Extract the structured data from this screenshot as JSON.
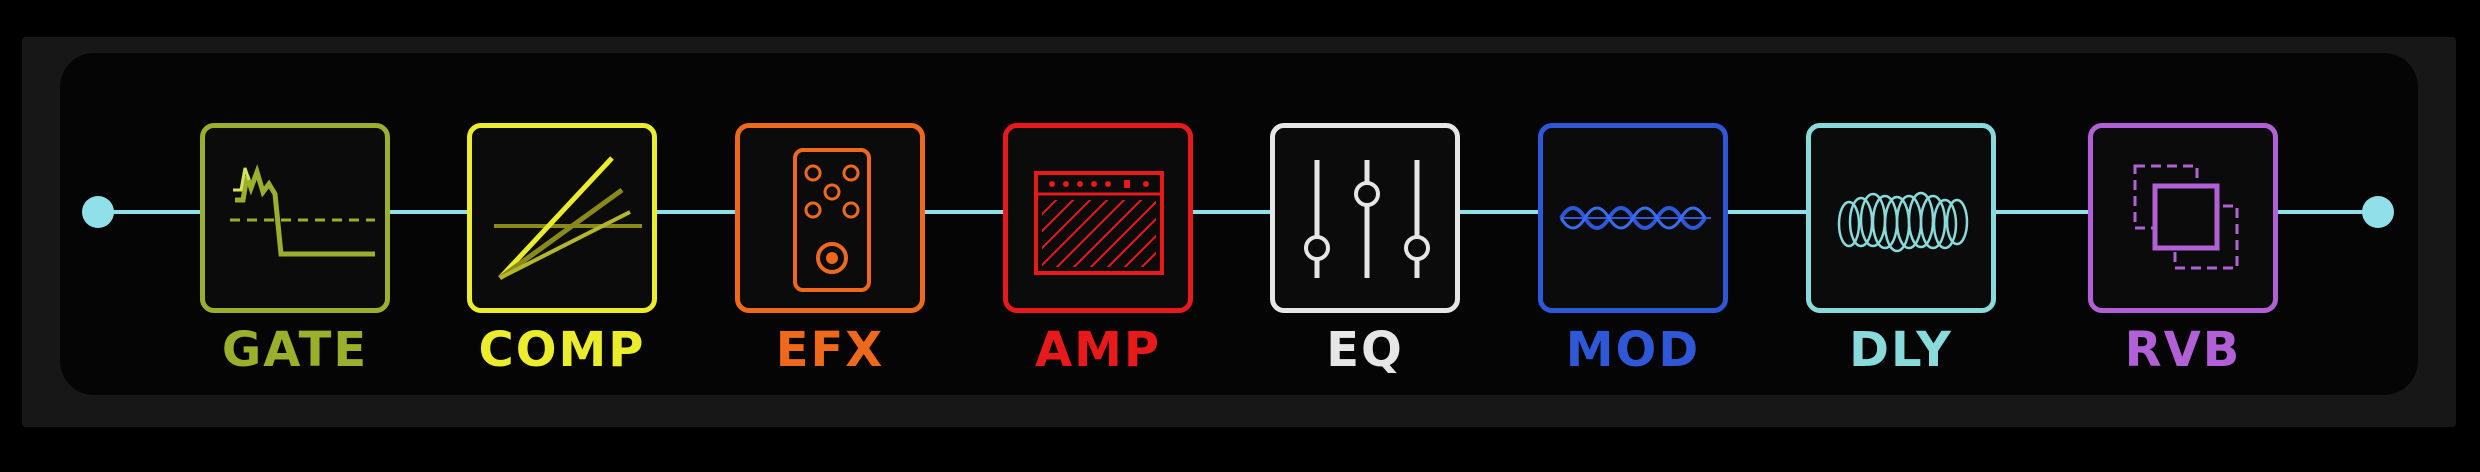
{
  "signal_chain": {
    "blocks": [
      {
        "id": "gate",
        "label": "GATE",
        "color": "#9aaf2c",
        "icon": "noise-gate-curve-icon"
      },
      {
        "id": "comp",
        "label": "COMP",
        "color": "#eaec2c",
        "icon": "compressor-ratio-icon"
      },
      {
        "id": "efx",
        "label": "EFX",
        "color": "#ee6a1a",
        "icon": "effects-pedal-icon"
      },
      {
        "id": "amp",
        "label": "AMP",
        "color": "#e8191a",
        "icon": "amplifier-icon"
      },
      {
        "id": "eq",
        "label": "EQ",
        "color": "#e6e6e6",
        "icon": "eq-sliders-icon"
      },
      {
        "id": "mod",
        "label": "MOD",
        "color": "#2f58d8",
        "icon": "modulation-wave-icon"
      },
      {
        "id": "dly",
        "label": "DLY",
        "color": "#88dadb",
        "icon": "delay-spiral-icon"
      },
      {
        "id": "rvb",
        "label": "RVB",
        "color": "#b160d6",
        "icon": "reverb-squares-icon"
      }
    ],
    "line_color": "#8fe0e8"
  }
}
